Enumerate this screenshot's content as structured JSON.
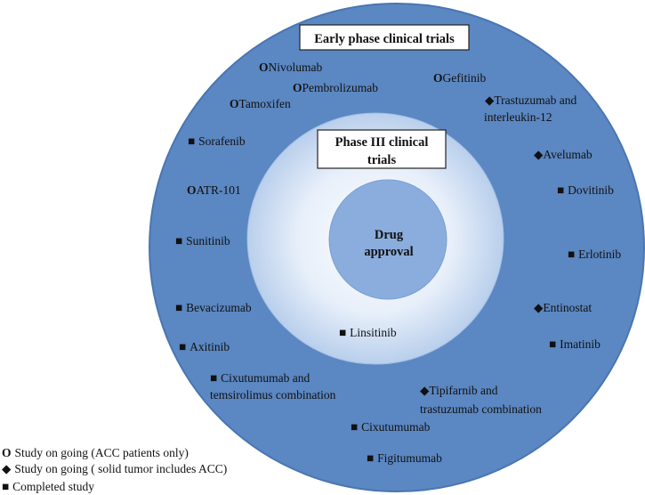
{
  "colors": {
    "outer_ring": "#5b87c2",
    "outer_ring_edge": "#4a76b2",
    "middle_center": "#ffffff",
    "middle_edge": "#b9cfec",
    "inner_circle": "#8aaddd",
    "title_box_fill": "#ffffff",
    "title_box_border": "#222222"
  },
  "titles": {
    "early_phase": "Early phase clinical trials",
    "phase_three_line1": "Phase III clinical",
    "phase_three_line2": "trials",
    "drug_line1": "Drug",
    "drug_line2": "approval"
  },
  "markers": {
    "ongoing_acc": "O",
    "ongoing_solid": "◆",
    "completed": "■"
  },
  "drugs": {
    "nivolumab": "Nivolumab",
    "pembrolizumab": "Pembrolizumab",
    "gefitinib": "Gefitinib",
    "tamoxifen": "Tamoxifen",
    "trastuzumab_il12_line1": "Trastuzumab    and",
    "trastuzumab_il12_line2": "interleukin-12",
    "sorafenib": "Sorafenib",
    "avelumab": "Avelumab",
    "atr101": "ATR-101",
    "dovitinib": "Dovitinib",
    "sunitinib": "Sunitinib",
    "erlotinib": "Erlotinib",
    "bevacizumab": "Bevacizumab",
    "entinostat": "Entinostat",
    "linsitinib": "Linsitinib",
    "axitinib": "Axitinib",
    "imatinib": "Imatinib",
    "cixutumumab_tems_line1": "Cixutumumab    and",
    "cixutumumab_tems_line2": "temsirolimus combination",
    "tipifarnib_line1": "Tipifarnib    and",
    "tipifarnib_line2": "trastuzumab  combination",
    "cixutumumab": "Cixutumumab",
    "figitumumab": "Figitumumab"
  },
  "legend": {
    "ongoing_acc": "Study on going  (ACC patients  only)",
    "ongoing_solid": "Study on going  ( solid tumor includes ACC)",
    "completed": "Completed study"
  }
}
